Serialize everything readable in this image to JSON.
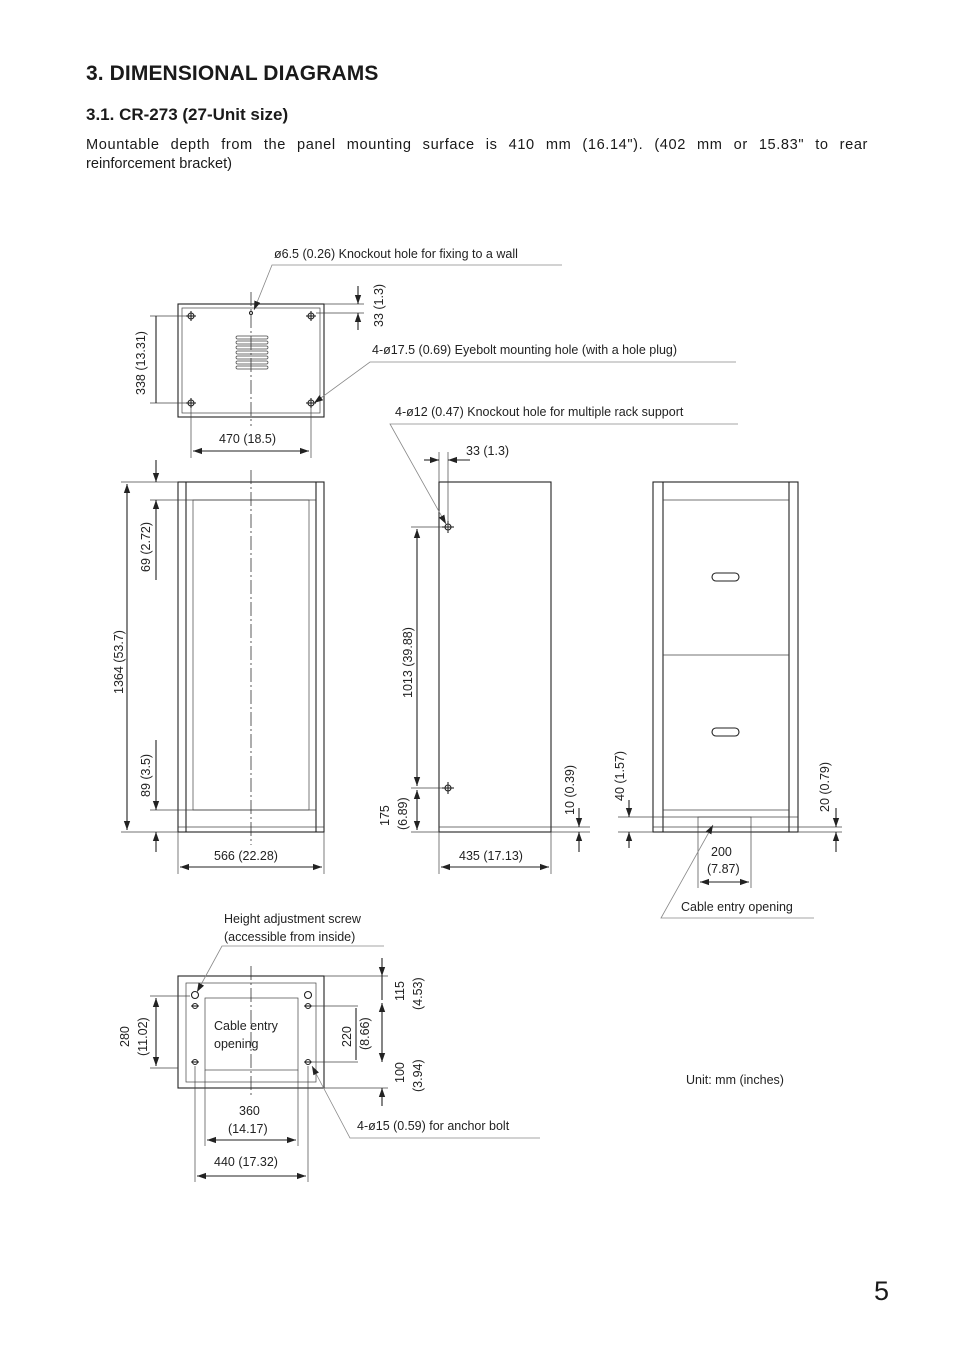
{
  "heading": "3. DIMENSIONAL DIAGRAMS",
  "subheading": "3.1. CR-273 (27-Unit size)",
  "intro": {
    "line1": "Mountable depth from the panel mounting surface is 410 mm (16.14\"). (402 mm or 15.83\" to rear",
    "line2": "reinforcement bracket)"
  },
  "top_view": {
    "knockout_wall": "ø6.5 (0.26) Knockout hole for fixing to a wall",
    "dim_33": "33 (1.3)",
    "eyebolt": "4-ø17.5 (0.69) Eyebolt mounting hole (with a hole plug)",
    "dim_338": "338 (13.31)",
    "dim_470": "470 (18.5)"
  },
  "front_view": {
    "dim_1364": "1364 (53.7)",
    "dim_69": "69 (2.72)",
    "dim_89": "89 (3.5)",
    "dim_566": "566 (22.28)"
  },
  "side_view": {
    "knockout_rack": "4-ø12 (0.47) Knockout hole for multiple rack support",
    "dim_33": "33 (1.3)",
    "dim_1013": "1013 (39.88)",
    "dim_175_a": "175",
    "dim_175_b": "(6.89)",
    "dim_10": "10 (0.39)",
    "dim_435": "435 (17.13)"
  },
  "rear_view": {
    "dim_40": "40 (1.57)",
    "dim_20": "20 (0.79)",
    "dim_200_a": "200",
    "dim_200_b": "(7.87)",
    "cable_entry": "Cable entry opening"
  },
  "bottom_view": {
    "height_screw_1": "Height adjustment screw",
    "height_screw_2": "(accessible from inside)",
    "dim_280_a": "280",
    "dim_280_b": "(11.02)",
    "cable_entry_1": "Cable entry",
    "cable_entry_2": "opening",
    "dim_220_a": "220",
    "dim_220_b": "(8.66)",
    "dim_115_a": "115",
    "dim_115_b": "(4.53)",
    "dim_100_a": "100",
    "dim_100_b": "(3.94)",
    "dim_360_a": "360",
    "dim_360_b": "(14.17)",
    "anchor": "4-ø15 (0.59) for anchor bolt",
    "dim_440": "440 (17.32)"
  },
  "unit_note": "Unit: mm (inches)",
  "page_number": "5"
}
